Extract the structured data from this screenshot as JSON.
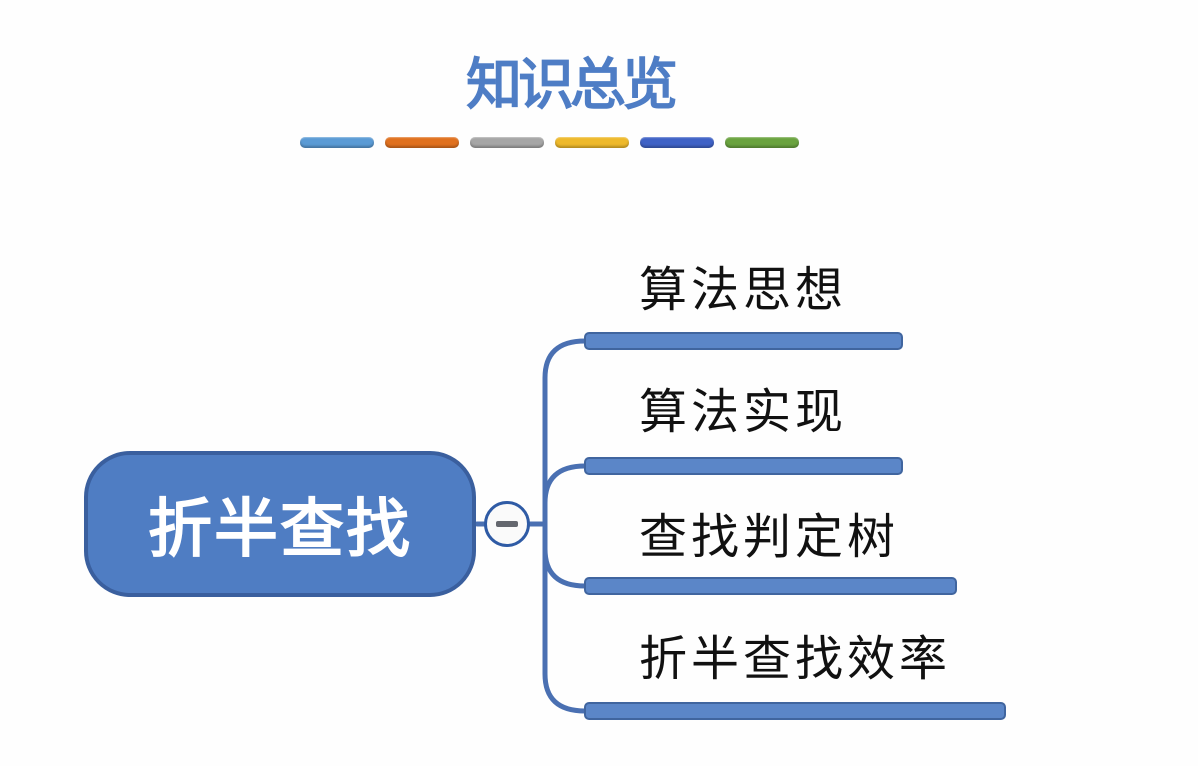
{
  "header": {
    "title": "知识总览",
    "title_color": "#4e7dc5",
    "divider_dashes": {
      "colors": [
        "#5b9bd5",
        "#e0711f",
        "#a6a6a6",
        "#eeb92b",
        "#3f62c6",
        "#6aa33f"
      ]
    }
  },
  "mindmap": {
    "root": {
      "label": "折半查找",
      "fill": "#4f7dc3",
      "border_color": "#3a5f9e",
      "text_color": "#ffffff"
    },
    "collapse_button": {
      "symbol": "−",
      "fill": "#fafafa",
      "border_color": "#2f5ba5",
      "minus_color": "#64676e"
    },
    "connector_color": "#4a70b2",
    "branch_bar": {
      "fill": "#5b86c8",
      "border_color": "#40659f"
    },
    "label_color": "#111111",
    "branches": [
      {
        "label": "算法思想"
      },
      {
        "label": "算法实现"
      },
      {
        "label": "查找判定树"
      },
      {
        "label": "折半查找效率"
      }
    ]
  }
}
